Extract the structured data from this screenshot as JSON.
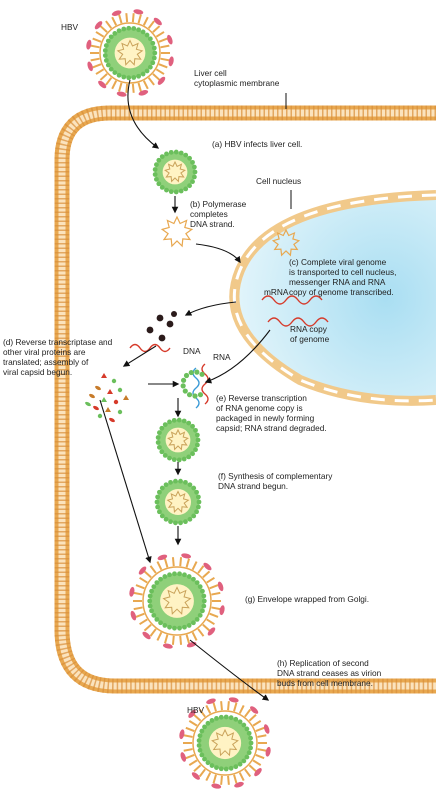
{
  "labels": {
    "hbv_top": "HBV",
    "hbv_bottom": "HBV",
    "membrane": "Liver cell\ncytoplasmic membrane",
    "nucleus": "Cell nucleus",
    "mrna": "mRNA",
    "rna_copy": "RNA copy\nof genome",
    "dna": "DNA",
    "rna": "RNA"
  },
  "steps": {
    "a": "(a) HBV infects liver cell.",
    "b": "(b) Polymerase\ncompletes\nDNA strand.",
    "c": "(c) Complete viral genome\nis transported to cell nucleus,\nmessenger RNA and RNA\ncopy of genome transcribed.",
    "d": "(d) Reverse transcriptase and\nother viral proteins are\ntranslated; assembly of\nviral capsid begun.",
    "e": "(e) Reverse transcription\nof RNA genome copy is\npackaged in newly forming\ncapsid; RNA strand degraded.",
    "f": "(f) Synthesis of complementary\nDNA strand begun.",
    "g": "(g) Envelope wrapped from Golgi.",
    "h": "(h) Replication of second\nDNA strand ceases as virion\nbuds from cell membrane."
  },
  "colors": {
    "membrane_fill": "#f5c78a",
    "membrane_dot": "#e9a24c",
    "envelope_spike": "#e0607e",
    "capsid": "#8fd07a",
    "capsid_bead": "#6bbf5c",
    "core": "#fff3c4",
    "nucleus": "#bfe7f5",
    "rna": "#d63a2a",
    "dna": "#3a9ad6"
  }
}
